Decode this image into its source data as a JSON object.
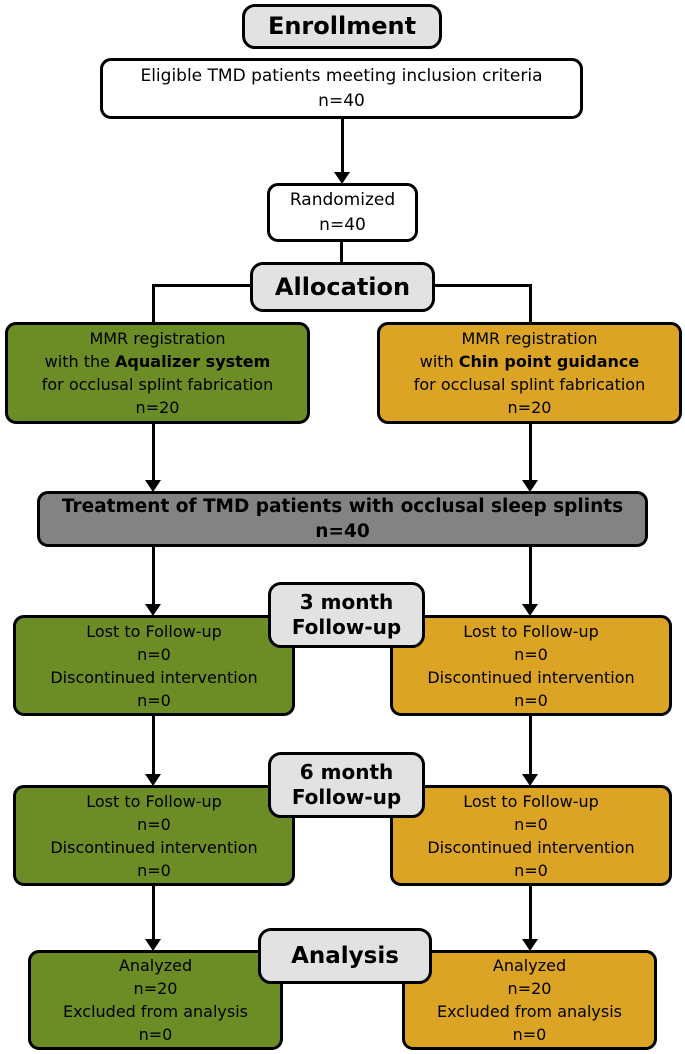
{
  "colors": {
    "green": "#6c8c26",
    "orange": "#dca425",
    "treatment_gray": "#838383",
    "header_gray": "#e2e2e2",
    "border": "#000000",
    "box_white": "#ffffff"
  },
  "headers": {
    "enrollment": "Enrollment",
    "allocation": "Allocation",
    "followup_3m": {
      "line1": "3 month",
      "line2": "Follow-up"
    },
    "followup_6m": {
      "line1": "6 month",
      "line2": "Follow-up"
    },
    "analysis": "Analysis"
  },
  "flow": {
    "eligible": {
      "line1": "Eligible TMD patients meeting inclusion criteria",
      "line2": "n=40"
    },
    "randomized": {
      "line1": "Randomized",
      "line2": "n=40"
    },
    "allocation_left": {
      "line1": "MMR registration",
      "line2_prefix": "with the ",
      "line2_bold": "Aqualizer system",
      "line3": "for occlusal splint fabrication",
      "line4": "n=20"
    },
    "allocation_right": {
      "line1": "MMR registration",
      "line2_prefix": "with ",
      "line2_bold": "Chin point guidance",
      "line3": "for occlusal splint fabrication",
      "line4": "n=20"
    },
    "treatment": {
      "line1": "Treatment of TMD patients with occlusal sleep splints",
      "line2": "n=40"
    },
    "followup_3m_left": {
      "line1": "Lost to Follow-up",
      "line2": "n=0",
      "line3": "Discontinued intervention",
      "line4": "n=0"
    },
    "followup_3m_right": {
      "line1": "Lost to Follow-up",
      "line2": "n=0",
      "line3": "Discontinued intervention",
      "line4": "n=0"
    },
    "followup_6m_left": {
      "line1": "Lost to Follow-up",
      "line2": "n=0",
      "line3": "Discontinued intervention",
      "line4": "n=0"
    },
    "followup_6m_right": {
      "line1": "Lost to Follow-up",
      "line2": "n=0",
      "line3": "Discontinued intervention",
      "line4": "n=0"
    },
    "analysis_left": {
      "line1": "Analyzed",
      "line2": "n=20",
      "line3": "Excluded from analysis",
      "line4": "n=0"
    },
    "analysis_right": {
      "line1": "Analyzed",
      "line2": "n=20",
      "line3": "Excluded from analysis",
      "line4": "n=0"
    }
  }
}
